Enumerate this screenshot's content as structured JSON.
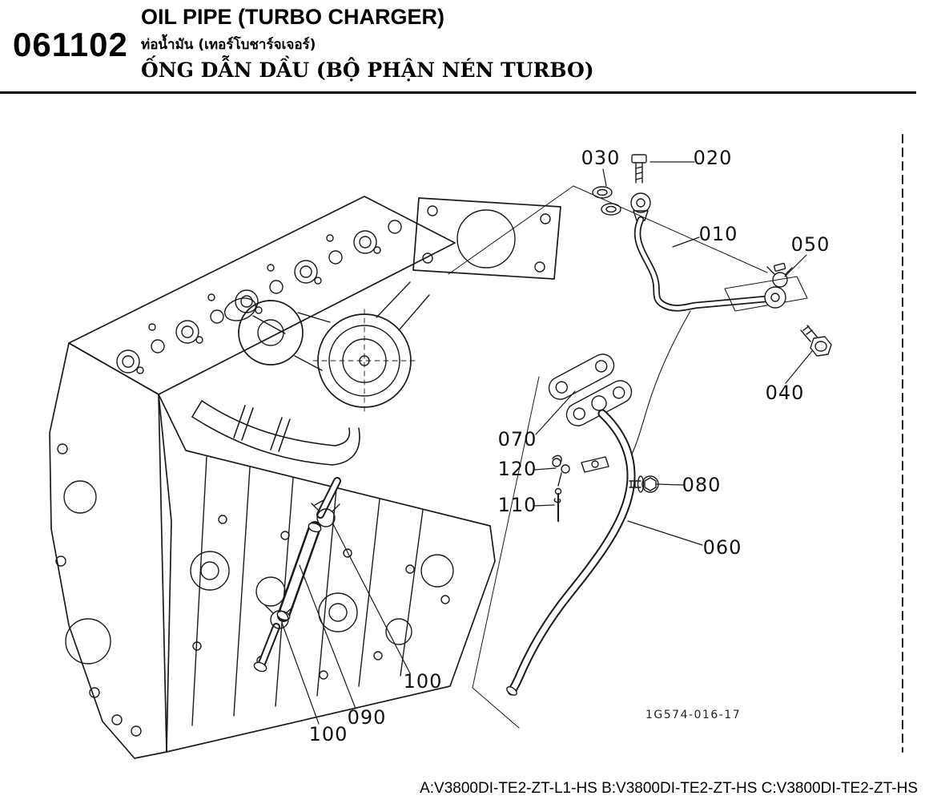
{
  "header": {
    "part_code": "061102",
    "title_en": "OIL PIPE (TURBO CHARGER)",
    "title_th": "ท่อน้ำมัน (เทอร์โบชาร์จเจอร์)",
    "title_vi": "ỐNG DẪN DẦU (BỘ PHẬN NÉN TURBO)"
  },
  "diagram": {
    "drawing_number": "1G574-016-17",
    "callouts": [
      {
        "label": "030"
      },
      {
        "label": "020"
      },
      {
        "label": "010"
      },
      {
        "label": "050"
      },
      {
        "label": "040"
      },
      {
        "label": "070"
      },
      {
        "label": "120"
      },
      {
        "label": "110"
      },
      {
        "label": "080"
      },
      {
        "label": "060"
      },
      {
        "label": "100"
      },
      {
        "label": "090"
      },
      {
        "label": "100"
      }
    ]
  },
  "footer": {
    "models": "A:V3800DI-TE2-ZT-L1-HS B:V3800DI-TE2-ZT-HS C:V3800DI-TE2-ZT-HS"
  }
}
